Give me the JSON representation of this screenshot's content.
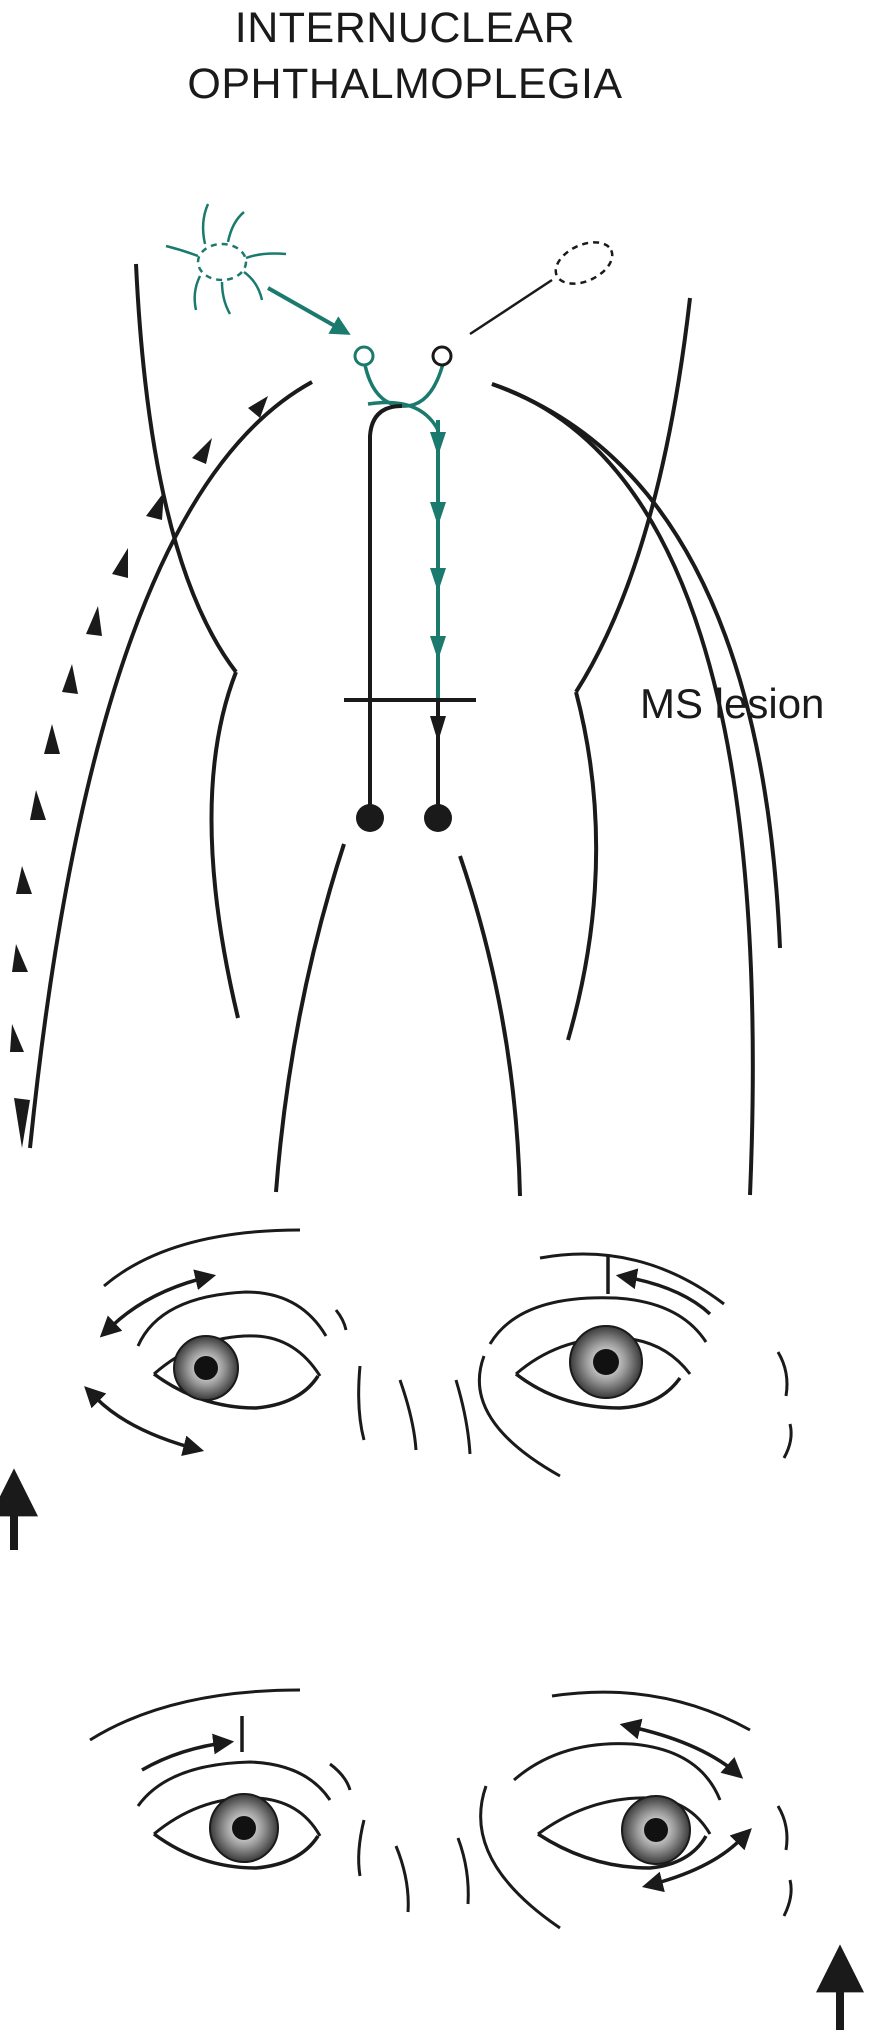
{
  "title": {
    "line1": "INTERNUCLEAR",
    "line2": "OPHTHALMOPLEGIA"
  },
  "lesion_label": "MS lesion",
  "colors": {
    "stroke": "#1a1a1a",
    "accent": "#1b7a6e",
    "iris": "#8a8a8a"
  },
  "icons": [
    "target-star-icon",
    "arrow-icon",
    "eye-icon",
    "up-arrow-icon"
  ]
}
